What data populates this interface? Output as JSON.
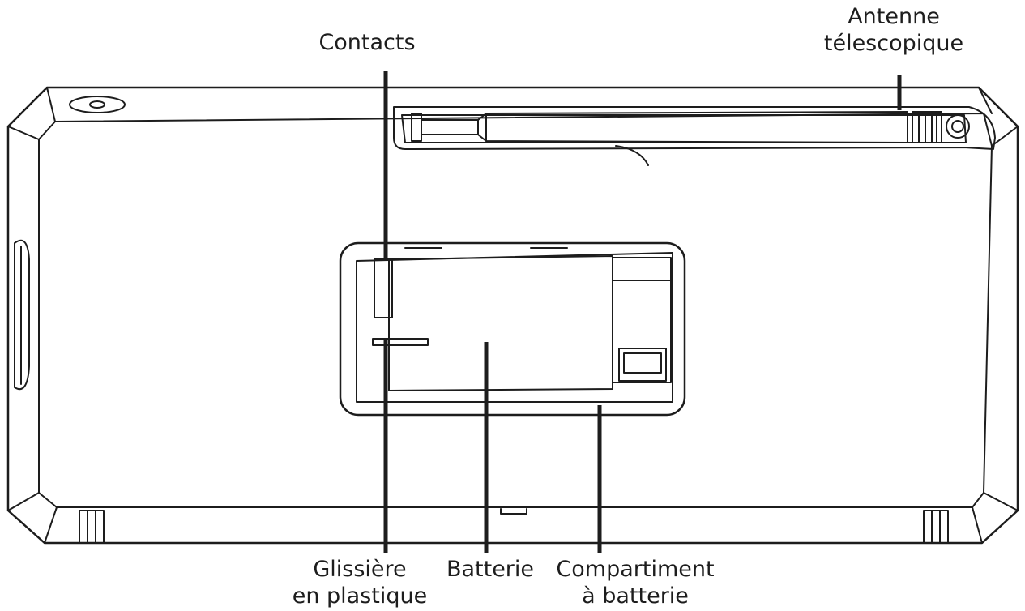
{
  "labels": {
    "contacts": {
      "lines": [
        "Contacts"
      ]
    },
    "antenna": {
      "lines": [
        "Antenne",
        "télescopique"
      ]
    },
    "slide": {
      "lines": [
        "Glissière",
        "en plastique"
      ]
    },
    "battery": {
      "lines": [
        "Batterie"
      ]
    },
    "compartment": {
      "lines": [
        "Compartiment",
        "à batterie"
      ]
    }
  },
  "colors": {
    "stroke": "#1d1d1d",
    "background": "#ffffff"
  }
}
